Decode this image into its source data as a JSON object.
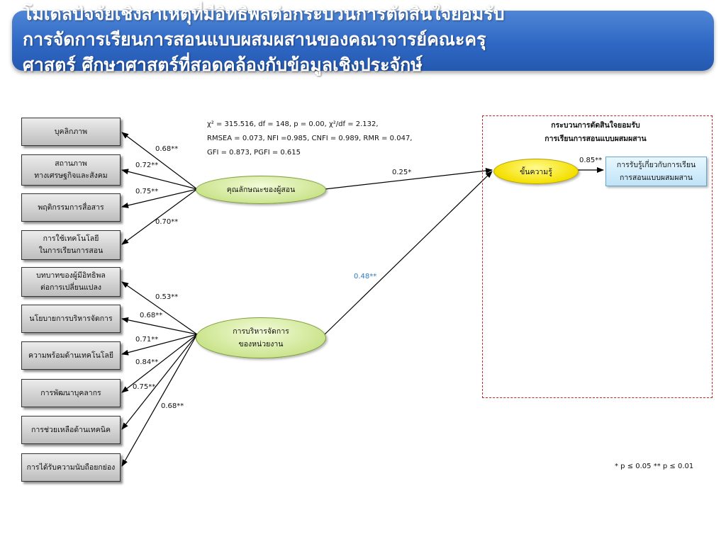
{
  "title": {
    "lines": [
      "โมเดลปัจจัยเชิงสาเหตุที่มีอิทธิพลต่อกระบวนการตัดสินใจยอมรับ",
      "การจัดการเรียนการสอนแบบผสมผสานของคณาจารย์คณะครุ",
      "ศาสตร์ ศึกษาศาสตร์ที่สอดคล้องกับข้อมูลเชิงประจักษ์"
    ]
  },
  "fit_stats": {
    "line1": "χ² = 315.516, df = 148, p = 0.00, χ²/df = 2.132,",
    "line2": "RMSEA = 0.073, NFI =0.985, CNFI = 0.989, RMR = 0.047,",
    "line3": "GFI = 0.873, PGFI = 0.615"
  },
  "latent_teacher": {
    "label": "คุณลักษณะของผู้สอน"
  },
  "latent_admin": {
    "line1": "การบริหารจัดการ",
    "line2": "ของหน่วยงาน"
  },
  "teacher_indicators": [
    {
      "line1": "บุคลิกภาพ",
      "line2": "",
      "coef": "0.68**"
    },
    {
      "line1": "สถานภาพ",
      "line2": "ทางเศรษฐกิจและสังคม",
      "coef": "0.72**"
    },
    {
      "line1": "พฤติกรรมการสื่อสาร",
      "line2": "",
      "coef": "0.75**"
    },
    {
      "line1": "การใช้เทคโนโลยี",
      "line2": "ในการเรียนการสอน",
      "coef": "0.70**"
    }
  ],
  "admin_indicators": [
    {
      "line1": "บทบาทของผู้มีอิทธิพล",
      "line2": "ต่อการเปลี่ยนแปลง",
      "coef": "0.53**"
    },
    {
      "line1": "นโยบายการบริหารจัดการ",
      "line2": "",
      "coef": "0.68**"
    },
    {
      "line1": "ความพร้อมด้านเทคโนโลยี",
      "line2": "",
      "coef": "0.71**"
    },
    {
      "line1": "การพัฒนาบุคลากร",
      "line2": "",
      "coef": "0.84**"
    },
    {
      "line1": "การช่วยเหลือด้านเทคนิค",
      "line2": "",
      "coef": "0.75**"
    },
    {
      "line1": "การได้รับความนับถือยกย่อง",
      "line2": "",
      "coef": "0.68**"
    }
  ],
  "paths": {
    "teacher_to_knowledge": "0.25*",
    "admin_to_knowledge": "0.48**",
    "knowledge_to_perception": "0.85**"
  },
  "process": {
    "title_line1": "กระบวนการตัดสินใจยอมรับ",
    "title_line2": "การเรียนการสอนแบบผสมผสาน",
    "knowledge_stage": "ขั้นความรู้",
    "perception_line1": "การรับรู้เกี่ยวกับการเรียน",
    "perception_line2": "การสอนแบบผสมผสาน"
  },
  "significance_note": "* p ≤ 0.05     ** p ≤ 0.01",
  "colors": {
    "title_bg": "#2f68c4",
    "latent_fill": "#c9e38a",
    "knowledge_fill": "#f4e000",
    "perception_fill": "#bfe3f7",
    "dashed_border": "#cc2222",
    "admin_path_label": "#2f78c8"
  }
}
